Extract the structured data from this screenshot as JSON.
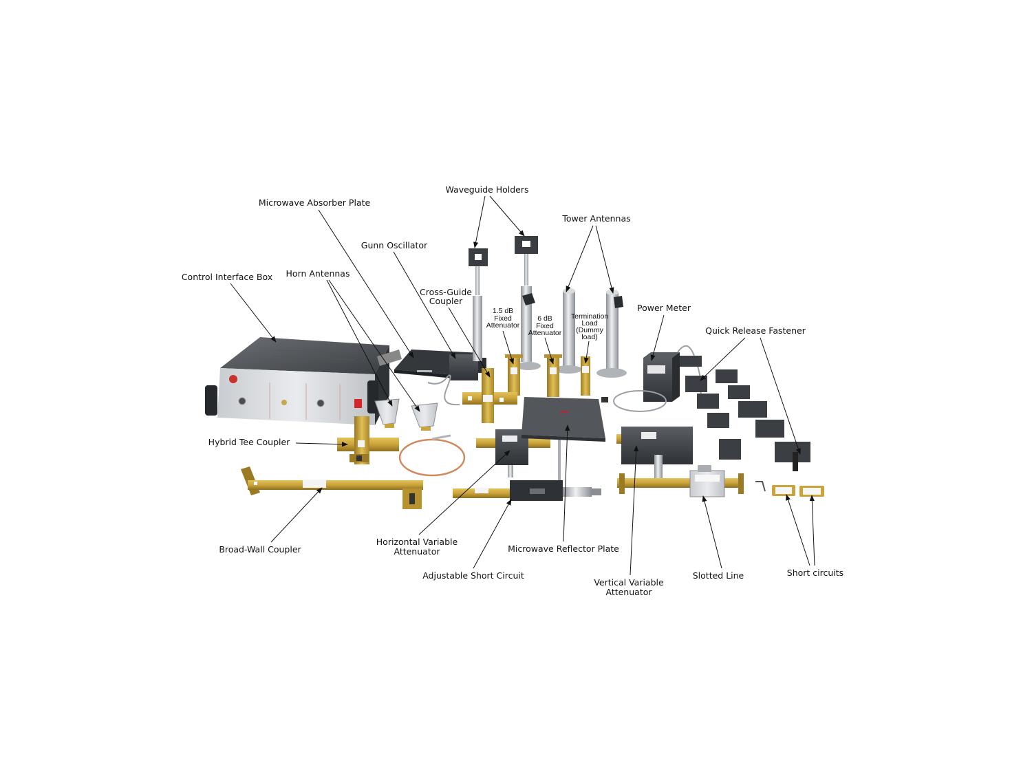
{
  "image": {
    "background": "#ffffff",
    "brass_color": "#c9a43a",
    "metal_color": "#b9bcc0",
    "dark_color": "#3e4145",
    "copper_color": "#d08a5c"
  },
  "labels": {
    "waveguide_holders": "Waveguide Holders",
    "microwave_absorber_plate": "Microwave Absorber Plate",
    "tower_antennas": "Tower Antennas",
    "gunn_oscillator": "Gunn Oscillator",
    "control_interface_box": "Control Interface Box",
    "horn_antennas": "Horn Antennas",
    "cross_guide_coupler_1": "Cross-Guide",
    "cross_guide_coupler_2": "Coupler",
    "fixed_15db_1": "1.5 dB",
    "fixed_15db_2": "Fixed",
    "fixed_15db_3": "Attenuator",
    "fixed_6db_1": "6 dB",
    "fixed_6db_2": "Fixed",
    "fixed_6db_3": "Attenuator",
    "termination_1": "Termination",
    "termination_2": "Load",
    "termination_3": "(Dummy",
    "termination_4": "load)",
    "power_meter": "Power Meter",
    "quick_release_fastener": "Quick Release Fastener",
    "hybrid_tee_coupler": "Hybrid Tee Coupler",
    "broad_wall_coupler": "Broad-Wall Coupler",
    "horizontal_variable_1": "Horizontal Variable",
    "horizontal_variable_2": "Attenuator",
    "microwave_reflector_plate": "Microwave Reflector Plate",
    "adjustable_short_circuit": "Adjustable Short Circuit",
    "vertical_variable_1": "Vertical Variable",
    "vertical_variable_2": "Attenuator",
    "slotted_line": "Slotted Line",
    "short_circuits": "Short circuits"
  }
}
